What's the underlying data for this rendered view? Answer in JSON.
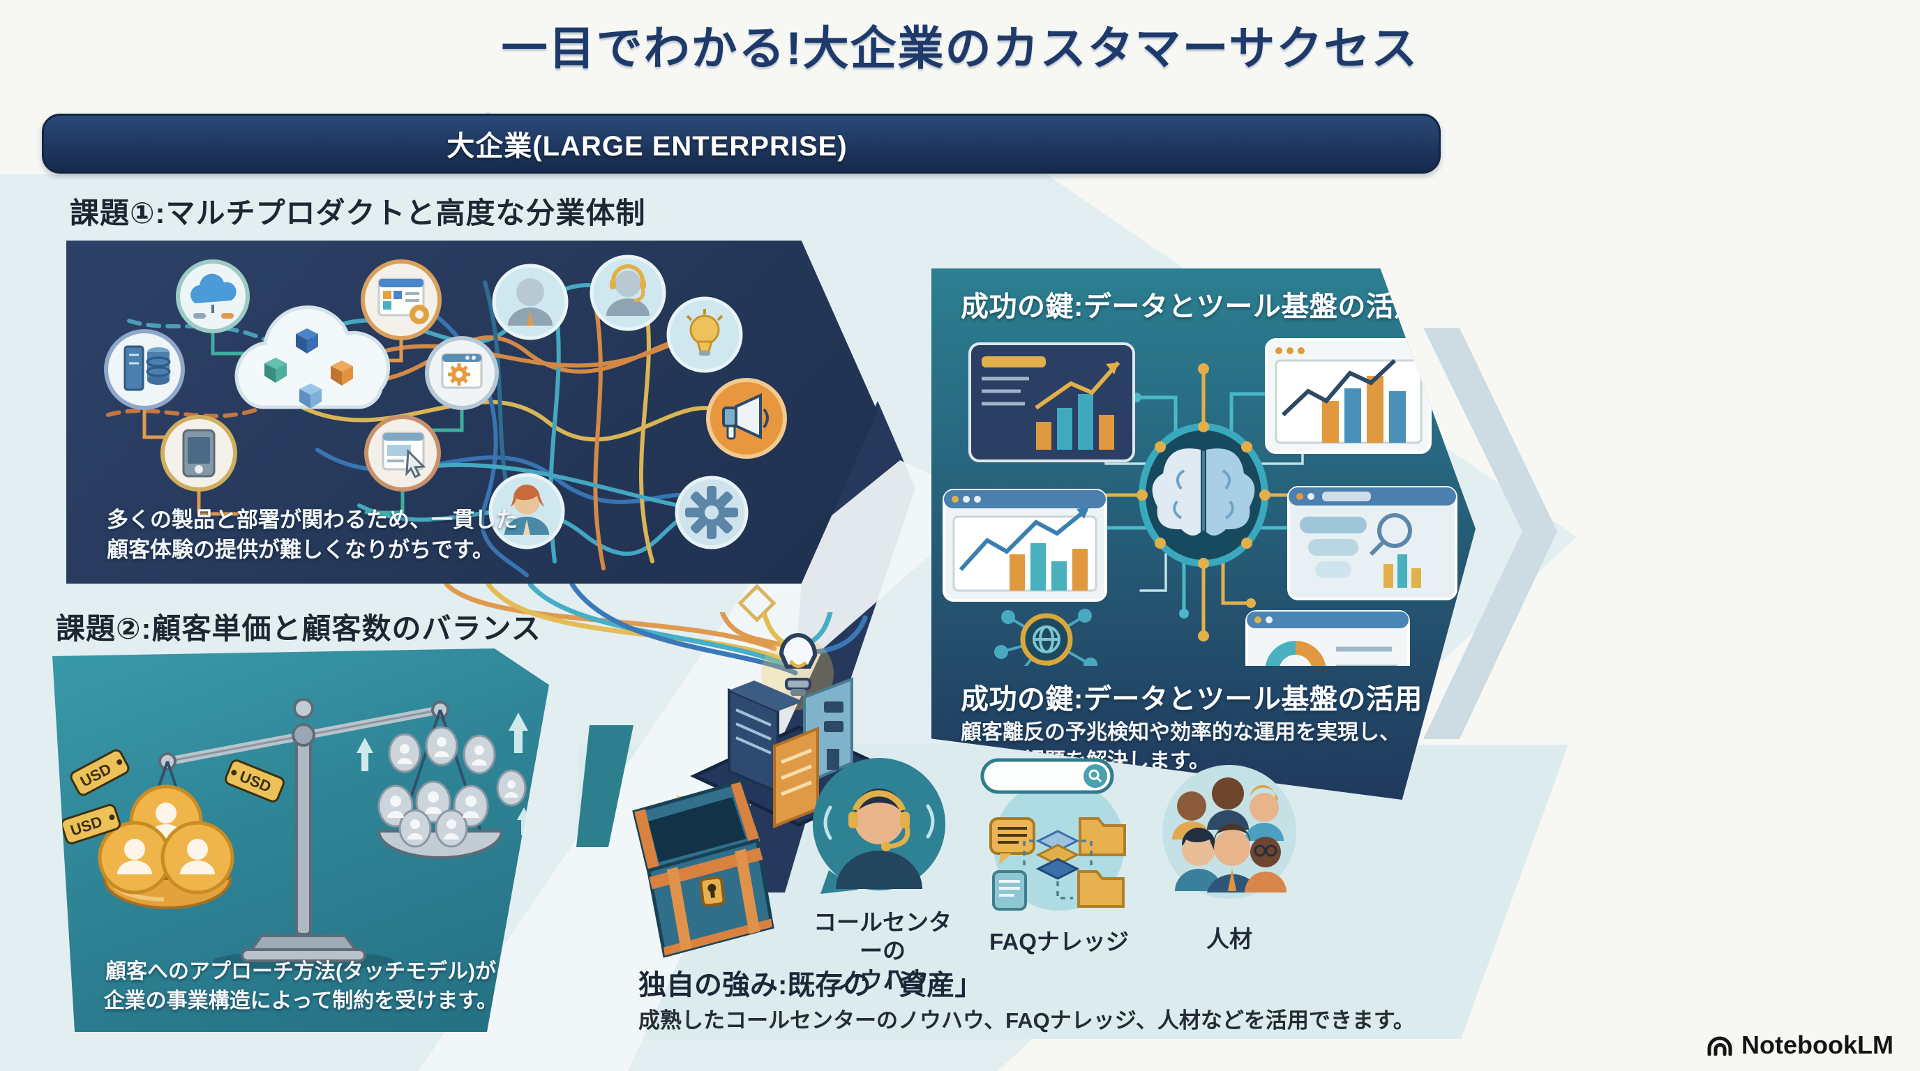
{
  "title": "一目でわかる!大企業のカスタマーサクセス",
  "banner": {
    "label": "大企業(LARGE ENTERPRISE)"
  },
  "challenge1": {
    "heading": "課題①:マルチプロダクトと高度な分業体制",
    "caption_line1": "多くの製品と部署が関わるため、一貫した",
    "caption_line2": "顧客体験の提供が難しくなりがちです。"
  },
  "challenge2": {
    "heading": "課題②:顧客単価と顧客数のバランス",
    "caption_line1": "顧客へのアプローチ方法(タッチモデル)が",
    "caption_line2": "企業の事業構造によって制約を受けます。",
    "tags": [
      "USD",
      "USD",
      "USD"
    ]
  },
  "success": {
    "header": "成功の鍵:データとツール基盤の活用",
    "heading": "成功の鍵:データとツール基盤の活用",
    "body_line1": "顧客離反の予兆検知や効率的な運用を実現し、",
    "body_line2": "複雑な課題を解決します。"
  },
  "assets": {
    "call_center_label_line1": "コールセンターの",
    "call_center_label_line2": "ノウハウ",
    "faq_label": "FAQナレッジ",
    "people_label": "人材",
    "heading": "独自の強み:既存の「資産」",
    "body": "成熟したコールセンターのノウハウ、FAQナレッジ、人材などを活用できます。"
  },
  "watermark": {
    "label": "NotebookLM"
  },
  "colors": {
    "navy": "#1e3a6b",
    "panel_navy": "#253757",
    "teal": "#2e8496",
    "accent_gold": "#e2b04a",
    "accent_orange": "#df9a4f",
    "light_band": "#dfecef"
  }
}
